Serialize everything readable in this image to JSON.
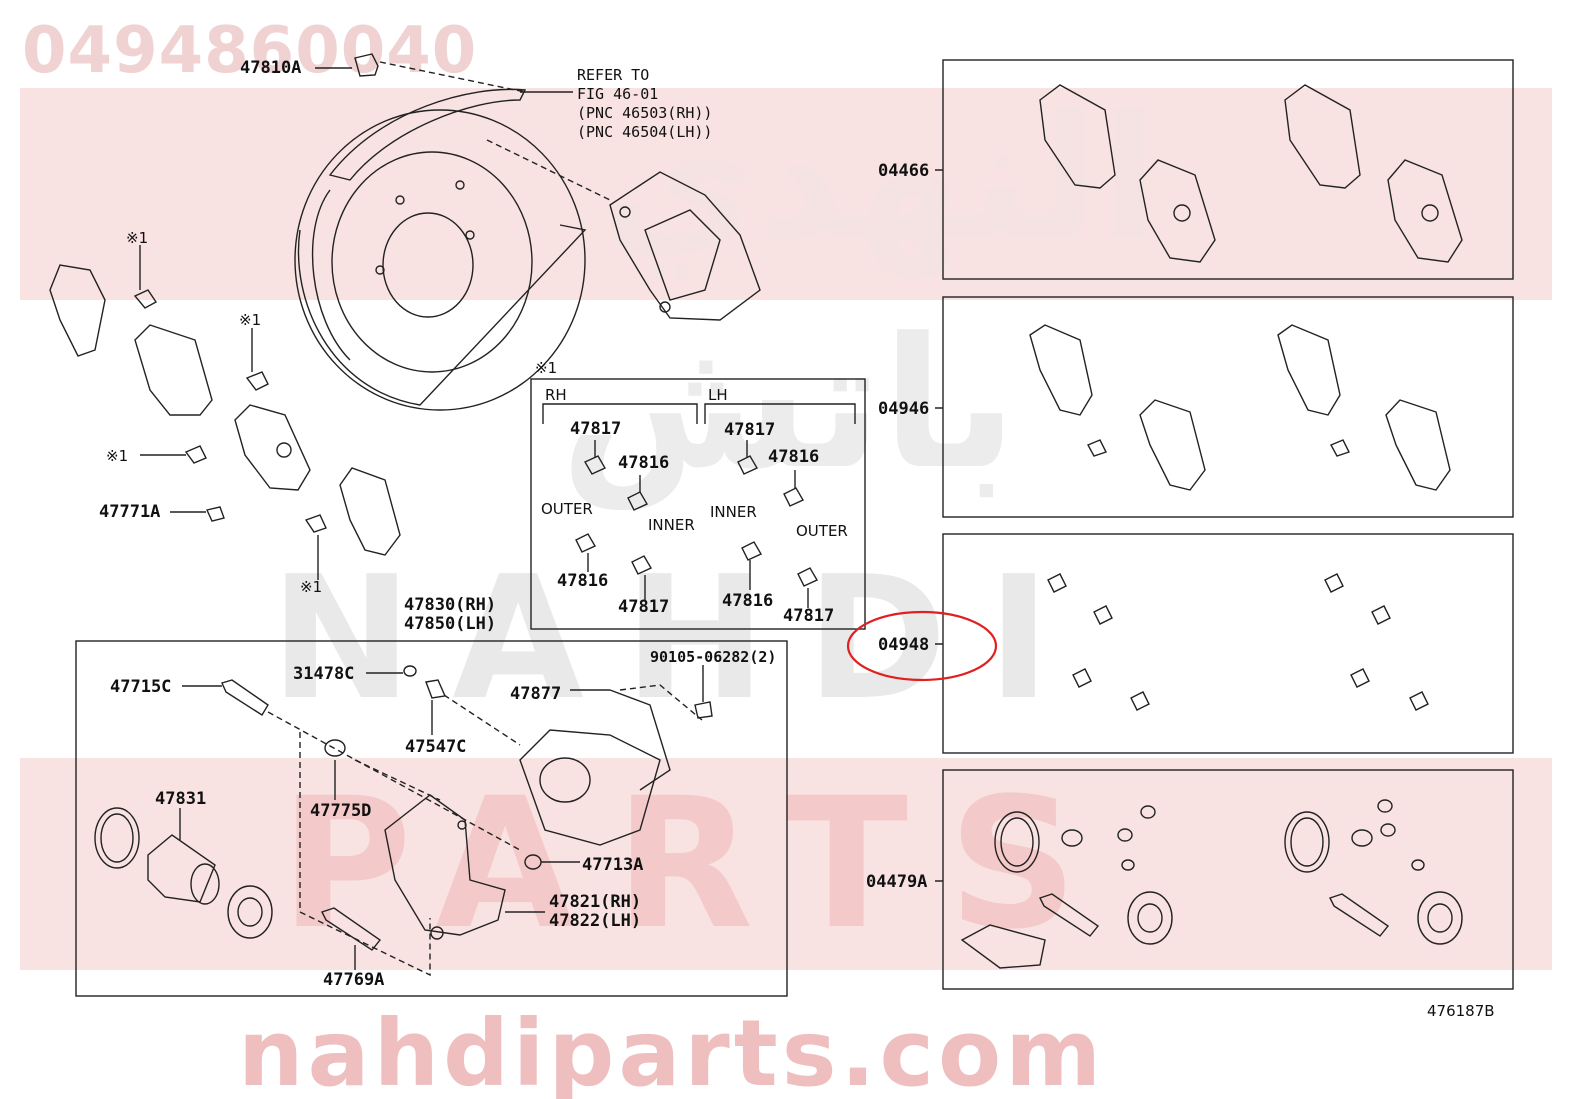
{
  "watermark": {
    "part_number": "0494860040",
    "url": "nahdiparts.com",
    "brand_top": "NAHDI",
    "brand_bottom": "PARTS",
    "arabic_top": "النهدي",
    "arabic_mid": "باتش"
  },
  "refer": {
    "line1": "REFER TO",
    "line2": "FIG 46-01",
    "line3": "(PNC 46503(RH))",
    "line4": "(PNC 46504(LH))"
  },
  "labels": {
    "p47810A": "47810A",
    "p47771A": "47771A",
    "mark1": "※1",
    "p47830": "47830(RH)",
    "p47850": "47850(LH)",
    "p47715C": "47715C",
    "p31478C": "31478C",
    "p47547C": "47547C",
    "p47877": "47877",
    "p90105": "90105-06282(2)",
    "p47831": "47831",
    "p47775D": "47775D",
    "p47713A": "47713A",
    "p47821": "47821(RH)",
    "p47822": "47822(LH)",
    "p47769A": "47769A"
  },
  "inset": {
    "mark": "※1",
    "rh": "RH",
    "lh": "LH",
    "p47817": "47817",
    "p47816": "47816",
    "outer": "OUTER",
    "inner": "INNER"
  },
  "kits": [
    {
      "code": "04466"
    },
    {
      "code": "04946"
    },
    {
      "code": "04948"
    },
    {
      "code": "04479A"
    }
  ],
  "diagram_code": "476187B",
  "highlight_color": "#e02020"
}
